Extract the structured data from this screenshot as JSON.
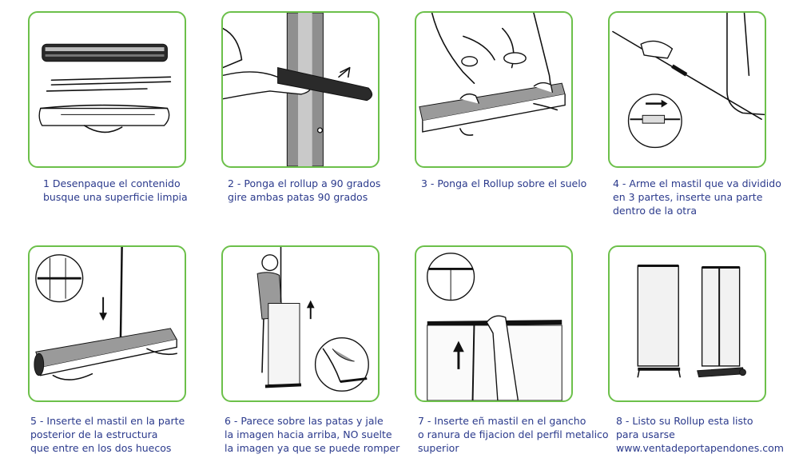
{
  "steps": [
    {
      "lines": [
        "1 Desenpaque el contenido",
        "busque una superficie limpia"
      ]
    },
    {
      "lines": [
        "2 - Ponga el rollup a 90 grados",
        "gire ambas patas 90 grados"
      ]
    },
    {
      "lines": [
        "3 - Ponga el Rollup sobre el suelo"
      ]
    },
    {
      "lines": [
        "4 - Arme el mastil que va dividido",
        "en 3 partes, inserte una parte",
        "dentro de la otra"
      ]
    },
    {
      "lines": [
        "5 - Inserte el mastil en la parte",
        "posterior de la estructura",
        "que entre en los dos huecos"
      ]
    },
    {
      "lines": [
        "6 - Parece sobre las patas y jale",
        "la imagen hacia arriba, NO suelte",
        "la imagen ya que se puede romper"
      ]
    },
    {
      "lines": [
        "7 - Inserte eñ mastil en el gancho",
        "o ranura de fijacion del perfil metalico",
        "superior"
      ]
    },
    {
      "lines": [
        "8 - Listo su Rollup esta listo",
        "para usarse",
        "www.ventadeportapendones.com"
      ]
    }
  ],
  "colors": {
    "border": "#6cc04a",
    "text": "#2b3a8c"
  }
}
